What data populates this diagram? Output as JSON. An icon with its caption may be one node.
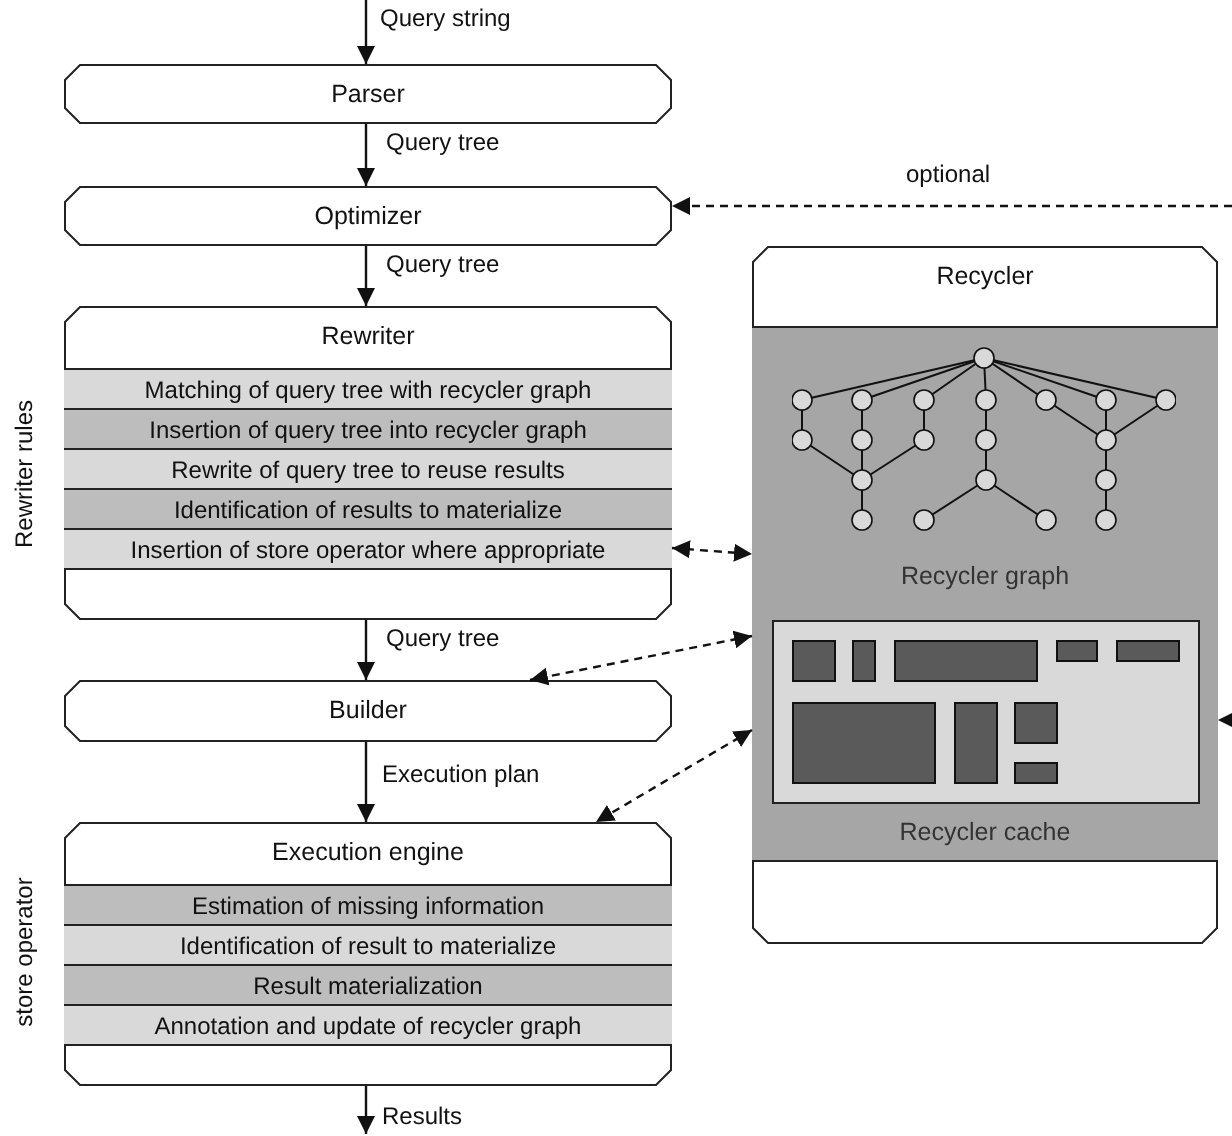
{
  "diagram": {
    "nodes": [
      {
        "text": [
          "Parser"
        ]
      },
      {
        "text": [
          "Optimizer"
        ]
      },
      {
        "text": [
          "Rewriter"
        ]
      },
      {
        "text": [
          "Matching of query tree with recycler graph"
        ],
        "in": 2
      },
      {
        "text": [
          "Insertion of query tree into recycler graph"
        ],
        "in": 2
      },
      {
        "text": [
          "Rewrite of query tree to reuse results"
        ],
        "in": 2
      },
      {
        "text": [
          "Identification of results to materialize"
        ],
        "in": 2
      },
      {
        "text": [
          "Insertion of store operator where appropriate"
        ],
        "in": 2
      },
      {
        "text": [
          "Builder"
        ]
      },
      {
        "text": [
          "Execution engine"
        ]
      },
      {
        "text": [
          "Estimation of missing information"
        ],
        "in": 9
      },
      {
        "text": [
          "Identification of result to materialize"
        ],
        "in": 9
      },
      {
        "text": [
          "Result materialization"
        ],
        "in": 9
      },
      {
        "text": [
          "Annotation and update of recycler graph"
        ],
        "in": 9
      },
      {
        "text": [
          "Recycler"
        ]
      },
      {
        "text": [
          "Recycler graph"
        ],
        "in": 14
      },
      {
        "text": [
          "Recycler cache"
        ],
        "in": 14
      }
    ],
    "edges": [
      {
        "from": null,
        "to": 0,
        "arrow": "to",
        "label": "Query string"
      },
      {
        "from": 0,
        "to": 1,
        "arrow": "to",
        "label": "Query tree"
      },
      {
        "from": 1,
        "to": 2,
        "arrow": "to",
        "label": "Query tree"
      },
      {
        "from": 2,
        "to": 8,
        "arrow": "to",
        "label": "Query tree"
      },
      {
        "from": 8,
        "to": 9,
        "arrow": "to",
        "label": "Execution plan"
      },
      {
        "from": 9,
        "to": null,
        "arrow": "to",
        "label": "Results"
      },
      {
        "from": null,
        "to": 1,
        "arrow": "to",
        "label": "optional",
        "style": "dashed"
      },
      {
        "from": 7,
        "to": 15,
        "arrow": "both",
        "style": "dashed"
      },
      {
        "from": 16,
        "to": 8,
        "arrow": "both",
        "style": "dashed"
      },
      {
        "from": 16,
        "to": 9,
        "arrow": "both",
        "style": "dashed"
      },
      {
        "from": null,
        "to": 16,
        "arrow": "to",
        "style": "dashed"
      }
    ],
    "labels": [
      "Rewriter rules",
      "store operator"
    ]
  }
}
